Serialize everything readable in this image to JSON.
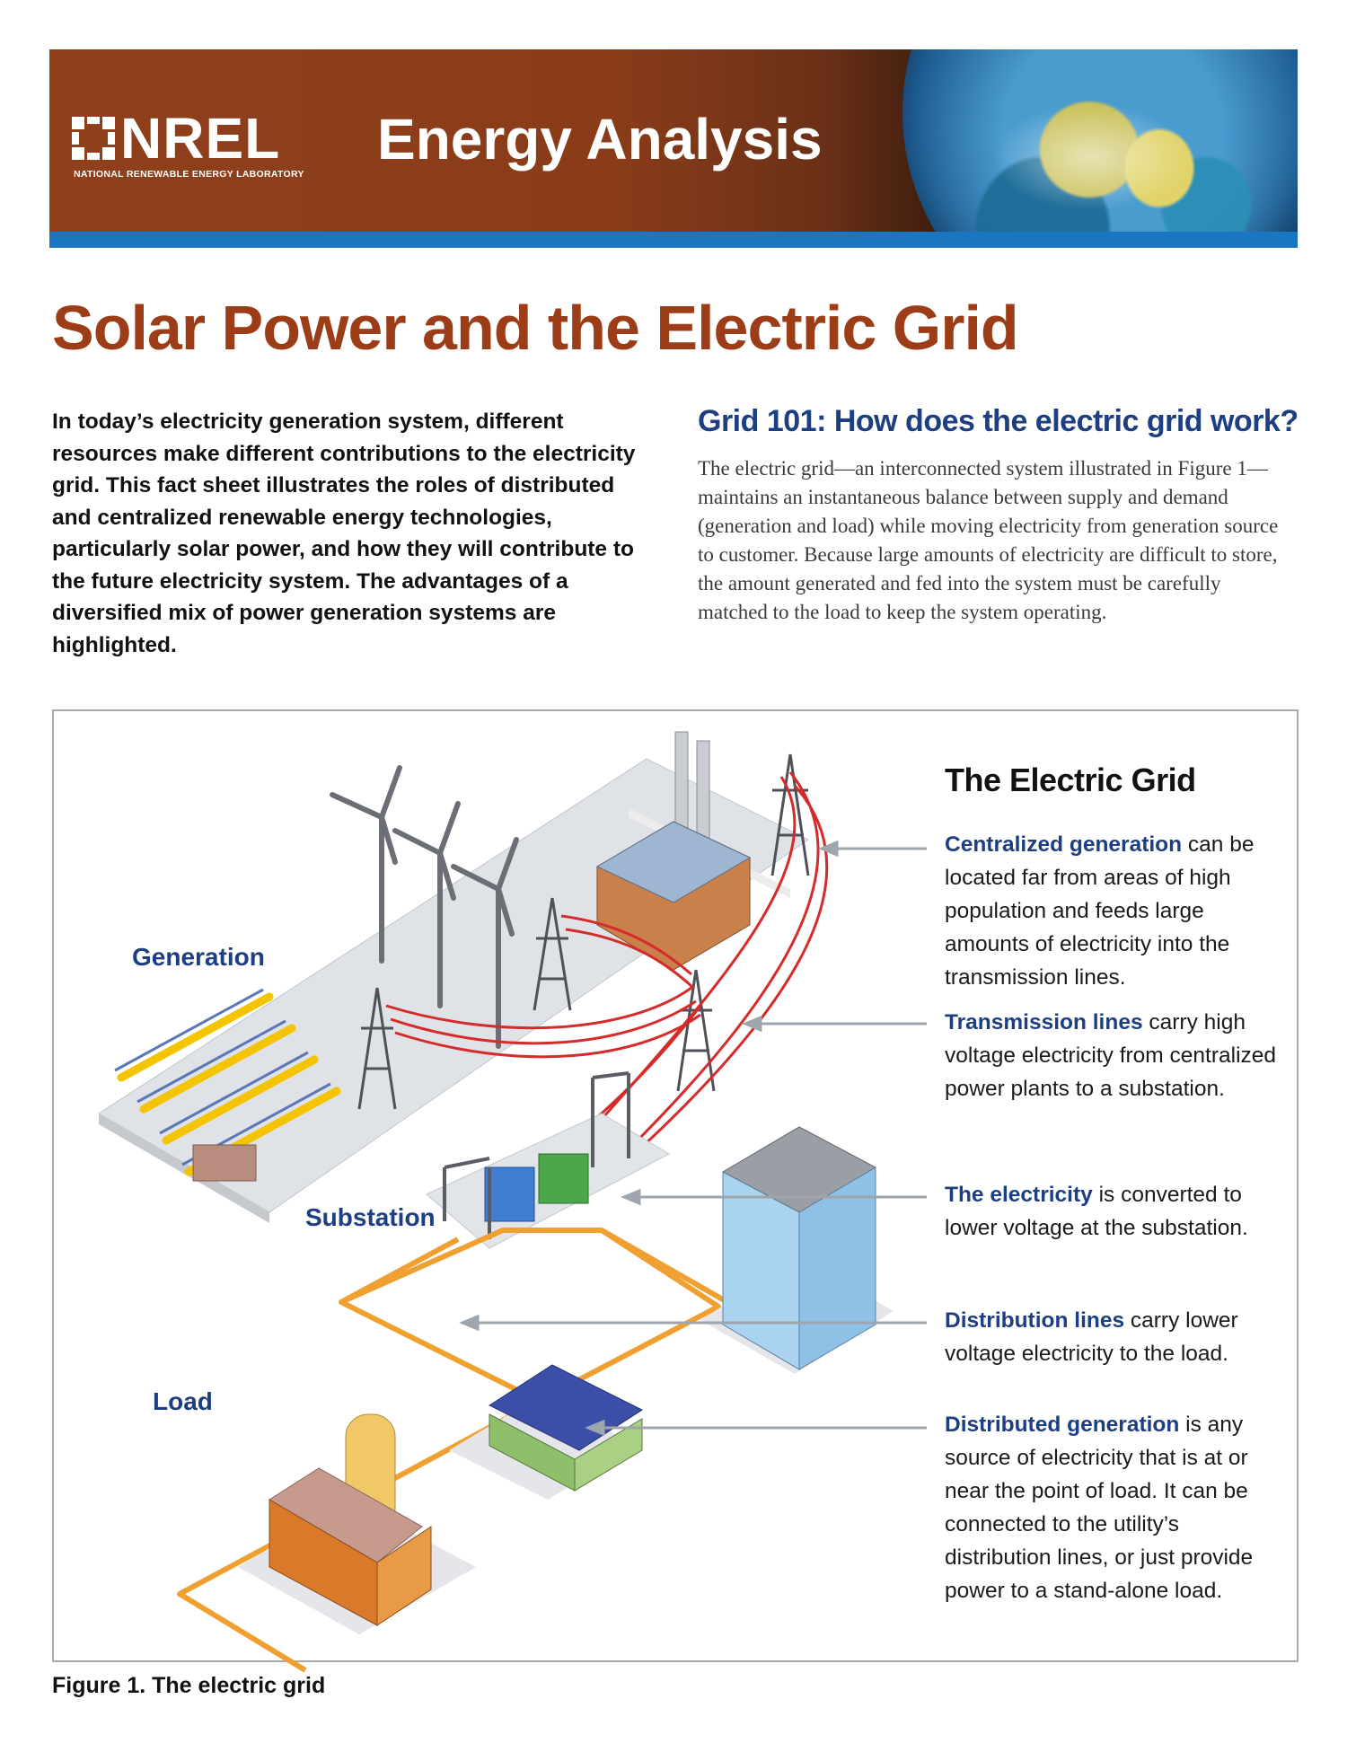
{
  "banner": {
    "logo_text": "NREL",
    "logo_subtitle": "NATIONAL RENEWABLE ENERGY LABORATORY",
    "title": "Energy Analysis"
  },
  "document": {
    "title": "Solar Power and the Electric Grid",
    "intro": "In today’s electricity generation system, different resources make different contributions to the electricity grid. This fact sheet illustrates the roles of distributed and centralized renewable energy technologies, particularly solar power, and how they will contribute to the future electricity system. The advantages of a diversified mix of power generation systems are highlighted.",
    "grid101_heading": "Grid 101: How does the electric grid work?",
    "grid101_body": "The electric grid—an interconnected system illustrated in Figure 1—maintains an instantaneous balance between supply and demand (generation and load) while moving electricity from generation source to customer. Because large amounts of electricity are difficult to store, the amount generated and fed into the system must be carefully matched to the load to keep the system operating."
  },
  "figure": {
    "labels": {
      "generation": "Generation",
      "substation": "Substation",
      "load": "Load"
    },
    "legend_title": "The Electric Grid",
    "legend": [
      {
        "key": "Centralized generation",
        "text": " can be located far from areas of high population and feeds large amounts of electricity into the transmission lines."
      },
      {
        "key": "Transmission lines",
        "text": " carry high voltage electricity from centralized power plants to a substation."
      },
      {
        "key": "The electricity",
        "text": " is converted to lower voltage at the substation."
      },
      {
        "key": "Distribution lines",
        "text": " carry lower voltage electricity to the  load."
      },
      {
        "key": "Distributed generation",
        "text": " is any source of electricity that is at or near the point of load. It can be connected to the utility’s distribution lines, or just provide power to a stand-alone load."
      }
    ],
    "caption": "Figure 1. The electric grid"
  },
  "colors": {
    "brand_brown": "#8f3f1b",
    "title_rust": "#9c3d17",
    "heading_blue": "#1d3f82",
    "stripe_blue": "#1b76c2",
    "transmission_red": "#d62b2b",
    "distribution_orange": "#f0a030"
  }
}
